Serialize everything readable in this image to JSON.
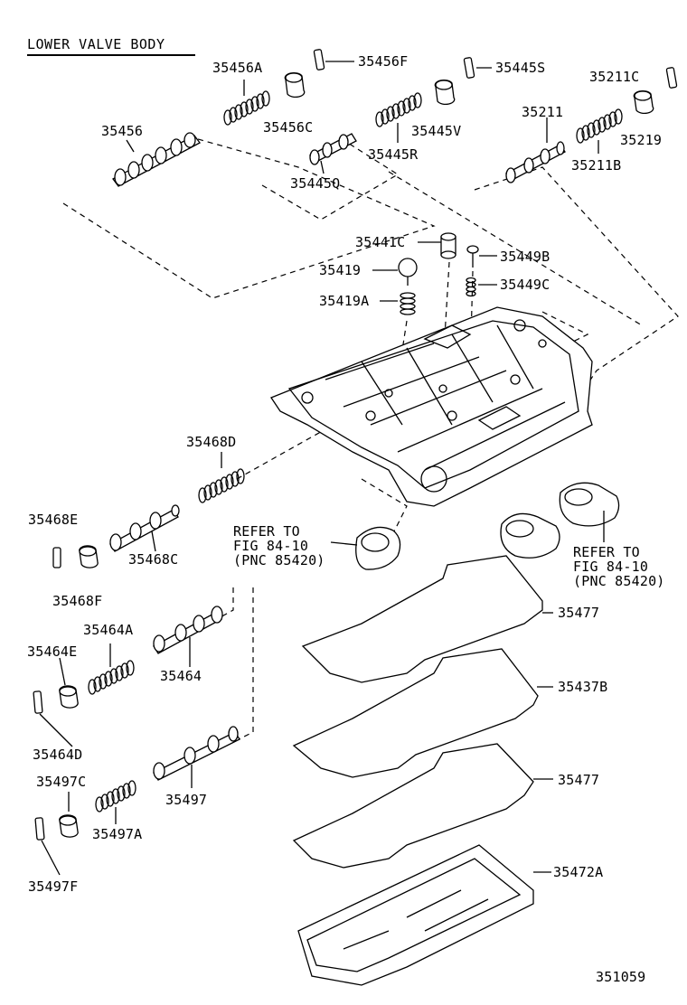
{
  "title": "LOWER VALVE BODY",
  "figure_number": "351059",
  "refer_left": [
    "REFER TO",
    "FIG 84-10",
    "(PNC 85420)"
  ],
  "refer_right": [
    "REFER TO",
    "FIG 84-10",
    "(PNC 85420)"
  ],
  "parts": {
    "p35456F": "35456F",
    "p35445S": "35445S",
    "p35211C": "35211C",
    "p35456A": "35456A",
    "p35456": "35456",
    "p35456C": "35456C",
    "p35445V": "35445V",
    "p35211": "35211",
    "p35219": "35219",
    "p35445R": "35445R",
    "p35211B": "35211B",
    "p35445Q": "35445Q",
    "p35441C": "35441C",
    "p35449B": "35449B",
    "p35419": "35419",
    "p35449C": "35449C",
    "p35419A": "35419A",
    "p35468D": "35468D",
    "p35468E": "35468E",
    "p35468C": "35468C",
    "p35468F": "35468F",
    "p35477a": "35477",
    "p35464A": "35464A",
    "p35464E": "35464E",
    "p35464": "35464",
    "p35437B": "35437B",
    "p35464D": "35464D",
    "p35497C": "35497C",
    "p35477b": "35477",
    "p35497": "35497",
    "p35497A": "35497A",
    "p35472A": "35472A",
    "p35497F": "35497F"
  }
}
